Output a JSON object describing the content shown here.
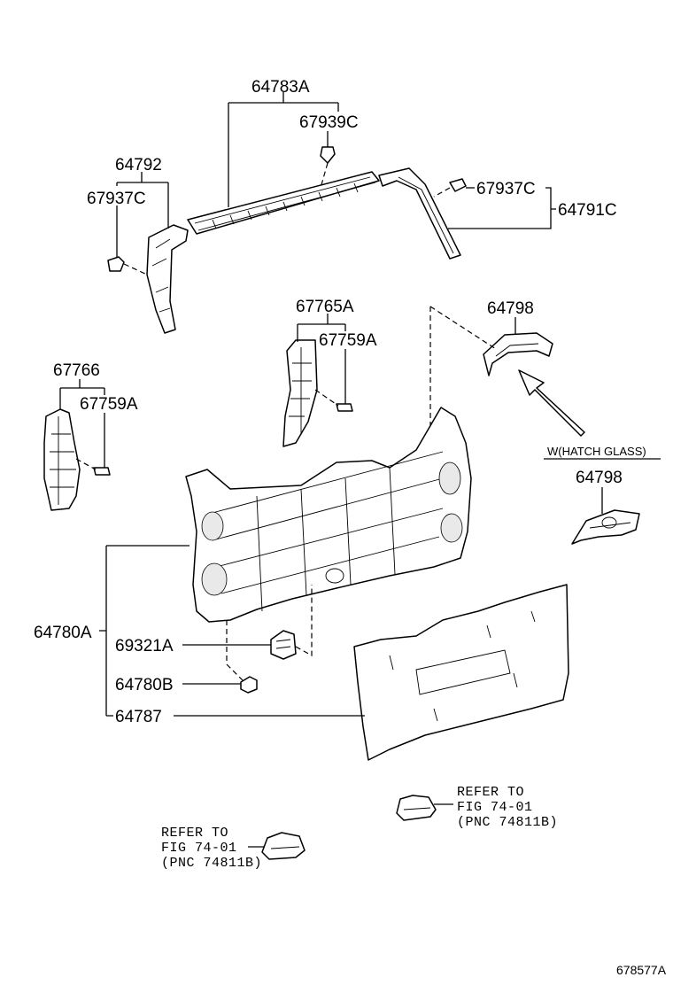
{
  "labels": {
    "p64783A": "64783A",
    "p67939C": "67939C",
    "p64792": "64792",
    "p67937C_left": "67937C",
    "p67937C_right": "67937C",
    "p64791C": "64791C",
    "p67765A": "67765A",
    "p67759A_center": "67759A",
    "p64798_top": "64798",
    "p67766": "67766",
    "p67759A_left": "67759A",
    "hatch_glass": "W(HATCH GLASS)",
    "p64798_bottom": "64798",
    "p64780A": "64780A",
    "p69321A": "69321A",
    "p64780B": "64780B",
    "p64787": "64787",
    "figure_code": "678577A"
  },
  "notes": {
    "right": {
      "line1": "REFER TO",
      "line2": "FIG 74-01",
      "line3": "(PNC 74811B)"
    },
    "left": {
      "line1": "REFER TO",
      "line2": "FIG 74-01",
      "line3": "(PNC 74811B)"
    }
  }
}
